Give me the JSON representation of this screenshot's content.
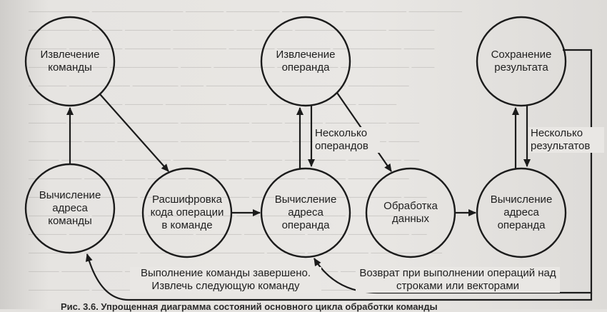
{
  "nodes": {
    "fetch_instruction": "Извлечение команды",
    "fetch_operand": "Извлечение операнда",
    "store_result": "Сохранение результата",
    "instruction_address_calc": "Вычисление адреса команды",
    "instruction_decode": "Расшифровка кода операции в команде",
    "operand_address_calc_1": "Вычисление адреса операнда",
    "data_operation": "Обработка данных",
    "operand_address_calc_2": "Вычисление адреса операнда"
  },
  "edge_labels": {
    "multiple_operands": "Несколько операндов",
    "multiple_results": "Несколько результатов",
    "instruction_complete": "Выполнение команды завершено. Извлечь следующую команду",
    "string_vector_return": "Возврат при выполнении операций над строками или векторами"
  },
  "caption": "Рис. 3.6. Упрощенная диаграмма состояний основного цикла обработки команды"
}
